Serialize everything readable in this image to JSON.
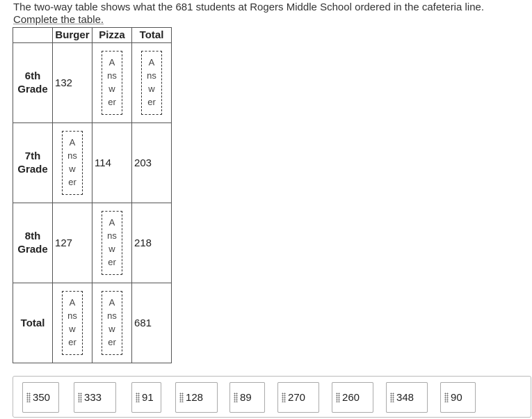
{
  "prompt": {
    "line1": "The two-way table shows what the 681 students at Rogers Middle School ordered in the cafeteria line.",
    "line2": "Complete the table."
  },
  "table": {
    "headers": [
      "",
      "Burger",
      "Pizza",
      "Total"
    ],
    "drop_placeholder": [
      "A",
      "ns",
      "w",
      "er"
    ],
    "rows": [
      {
        "label_1": "6th",
        "label_2": "Grade",
        "burger": "132"
      },
      {
        "label_1": "7th",
        "label_2": "Grade",
        "pizza": "114",
        "total": "203"
      },
      {
        "label_1": "8th",
        "label_2": "Grade",
        "burger": "127",
        "total": "218"
      },
      {
        "label_1": "Total",
        "total": "681"
      }
    ]
  },
  "answer_bank": {
    "chips": [
      "350",
      "333",
      "91",
      "128",
      "89",
      "270",
      "260",
      "348",
      "90"
    ]
  }
}
